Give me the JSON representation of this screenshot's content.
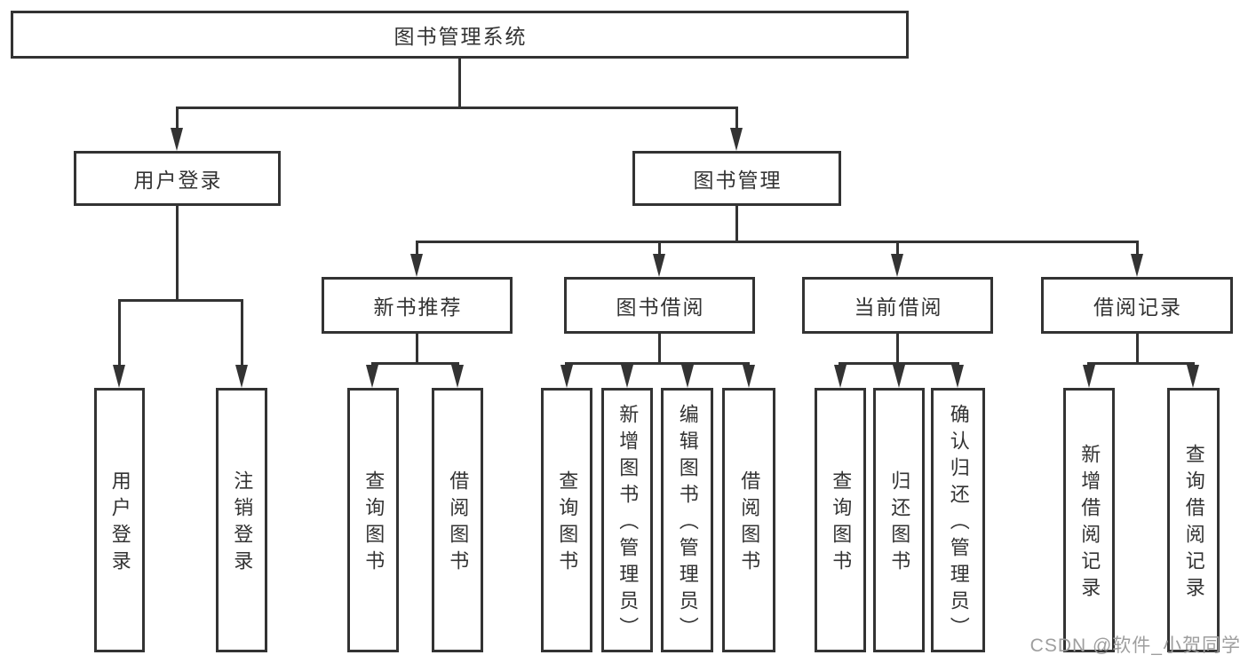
{
  "diagram": {
    "root": "图书管理系统",
    "branches": {
      "user_login": "用户登录",
      "book_management": "图书管理"
    },
    "modules": {
      "new_book_recommend": "新书推荐",
      "book_borrow": "图书借阅",
      "current_borrow": "当前借阅",
      "borrow_records": "借阅记录"
    },
    "leaves": {
      "user_login": "用户登录",
      "logout": "注销登录",
      "recommend_query_books": "查询图书",
      "recommend_borrow_books": "借阅图书",
      "borrow_query_books": "查询图书",
      "borrow_add_books_admin": "新增图书（管理员）",
      "borrow_edit_books_admin": "编辑图书（管理员）",
      "borrow_borrow_books": "借阅图书",
      "current_query_books": "查询图书",
      "current_return_books": "归还图书",
      "current_confirm_return_admin": "确认归还（管理员）",
      "records_add_record": "新增借阅记录",
      "records_query_record": "查询借阅记录"
    },
    "watermark": "CSDN @软件_小贺同学",
    "colors": {
      "line": "#333333",
      "box_background": "#ffffff",
      "text": "#333333",
      "watermark": "#9e9e9e"
    }
  }
}
